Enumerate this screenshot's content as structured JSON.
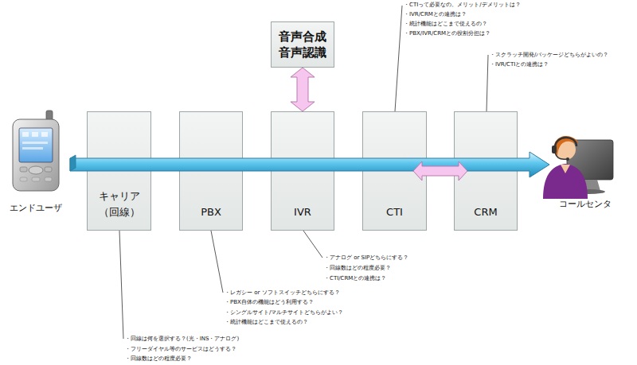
{
  "diagram": {
    "nodes": [
      {
        "text": [
          "キャリア （回線）"
        ]
      },
      {
        "text": [
          "PBX"
        ]
      },
      {
        "text": [
          "IVR"
        ]
      },
      {
        "text": [
          "CTI"
        ]
      },
      {
        "text": [
          "CRM"
        ]
      },
      {
        "text": [
          "音声合成 音声認識"
        ]
      }
    ],
    "edges": [
      {
        "from": 5,
        "to": 2,
        "arrow": "both"
      },
      {
        "from": 3,
        "to": 4,
        "arrow": "both"
      }
    ],
    "labels": [
      "・CTIって必要なの。メリット/デメリットは？",
      "・IVR/CRMとの連携は？",
      "・統計機能はどこまで使えるの？",
      "・PBX/IVR/CRMとの役割分担は？",
      "・スクラッチ開発/パッケージどちらがよいの？",
      "・IVR/CTIとの連携は？",
      "エンドユーザ",
      "コールセンタ",
      "・アナログ or SIPどちらにする？",
      "・回線数はどの程度必要？",
      "・CTI/CRMとの連携は？",
      "・レガシー or ソフトスイッチどちらにする？",
      "・PBX自体の機能はどう利用する？",
      "・シングルサイト/マルチサイトどちらがよい？",
      "・統計機能はどこまで使えるの？",
      "・回線は何を選択する？(光・INS・アナログ)",
      "・フリーダイヤル等のサービスはどうする？",
      "・回線数はどの程度必要？"
    ]
  }
}
